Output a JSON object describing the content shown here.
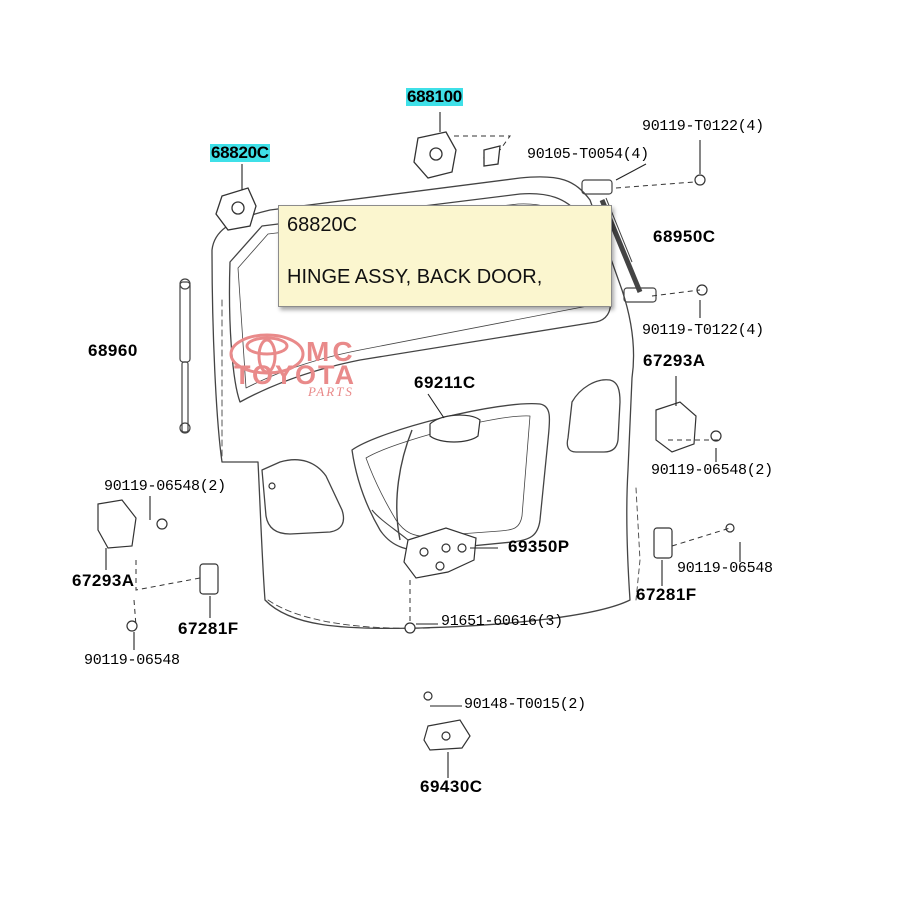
{
  "labels": {
    "p688100": "688100",
    "p68820c_top": "68820C",
    "p90119_t0122_4a": "90119-T0122(4)",
    "p90105_t0054_4": "90105-T0054(4)",
    "p68950c": "68950C",
    "p90119_t0122_4b": "90119-T0122(4)",
    "p68960": "68960",
    "p67293a_right": "67293A",
    "p69211c": "69211C",
    "p90119_06548_2_right": "90119-06548(2)",
    "p90119_06548_2_left": "90119-06548(2)",
    "p67293a_left": "67293A",
    "p69350p": "69350P",
    "p90119_06548_right": "90119-06548",
    "p67281f_right": "67281F",
    "p67281f_left": "67281F",
    "p91651_60616_3": "91651-60616(3)",
    "p90119_06548_left": "90119-06548",
    "p90148_t0015_2": "90148-T0015(2)",
    "p69430c": "69430C"
  },
  "tooltip": {
    "code": "68820C",
    "name": "HINGE ASSY, BACK DOOR, "
  },
  "watermark": {
    "line1": "MC",
    "line2": "TOYOTA",
    "line3": "PARTS"
  },
  "colors": {
    "highlight": "#3fe0e8",
    "tooltip_bg": "#fbf6cf",
    "watermark": "#e98a8a",
    "line": "#333333"
  }
}
